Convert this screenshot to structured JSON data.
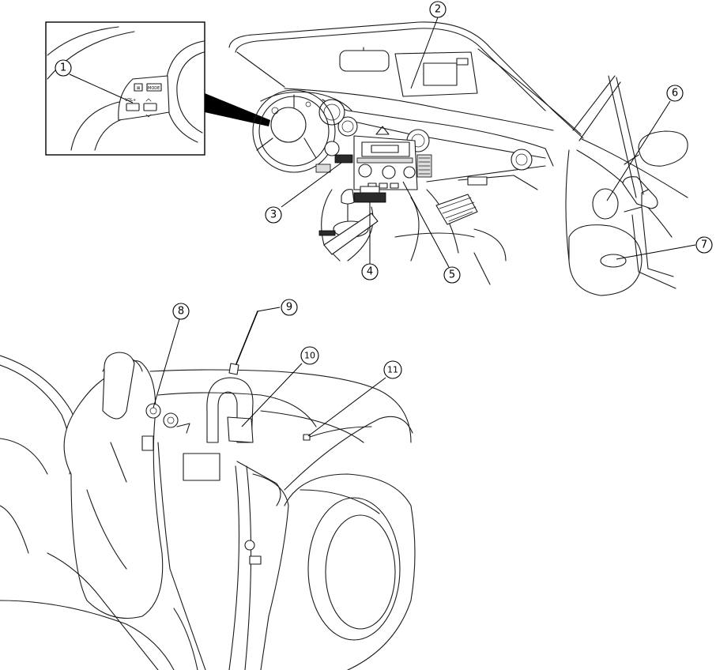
{
  "callouts": [
    {
      "id": "c1",
      "label": "1"
    },
    {
      "id": "c2",
      "label": "2"
    },
    {
      "id": "c3",
      "label": "3"
    },
    {
      "id": "c4",
      "label": "4"
    },
    {
      "id": "c5",
      "label": "5"
    },
    {
      "id": "c6",
      "label": "6"
    },
    {
      "id": "c7",
      "label": "7"
    },
    {
      "id": "c8",
      "label": "8"
    },
    {
      "id": "c9",
      "label": "9"
    },
    {
      "id": "c10",
      "label": "10"
    },
    {
      "id": "c11",
      "label": "11"
    }
  ],
  "inset_switch_labels": {
    "vol": "VOL+",
    "mode": "MODE"
  }
}
